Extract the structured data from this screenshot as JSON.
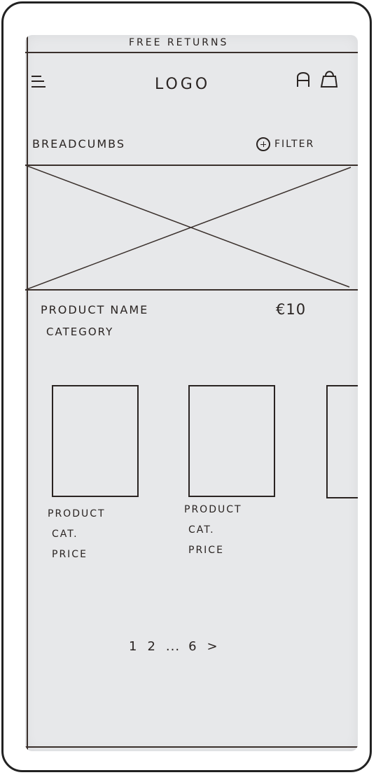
{
  "announcement": {
    "text": "FREE RETURNS"
  },
  "header": {
    "logo": "LOGO"
  },
  "breadcrumbs": {
    "text": "BREADCUMBS"
  },
  "filter": {
    "label": "FILTER"
  },
  "product": {
    "name": "PRODUCT NAME",
    "price": "€10",
    "category": "CATEGORY"
  },
  "related": [
    {
      "name": "PRODUCT",
      "category": "CAT.",
      "price": "PRICE"
    },
    {
      "name": "PRODUCT",
      "category": "CAT.",
      "price": "PRICE"
    }
  ],
  "pagination": {
    "page1": "1",
    "page2": "2",
    "ellipsis": "...",
    "last": "6",
    "next": ">"
  },
  "icons": [
    "menu-icon",
    "user-icon",
    "bag-icon",
    "plus-circle-icon",
    "image-placeholder-icon",
    "chevron-right-icon"
  ]
}
